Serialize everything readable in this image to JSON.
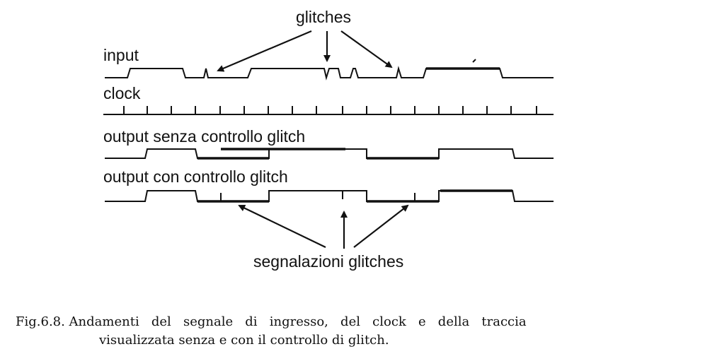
{
  "labels": {
    "glitches": "glitches",
    "input": "input",
    "clock": "clock",
    "output_no_control": "output senza controllo glitch",
    "output_with_control": "output con controllo glitch",
    "glitch_signals": "segnalazioni glitches"
  },
  "caption": {
    "line1": "Fig.6.8. Andamenti   del   segnale   di   ingresso,   del   clock   e   della   traccia",
    "line2": "visualizzata senza e con il controllo di glitch."
  }
}
